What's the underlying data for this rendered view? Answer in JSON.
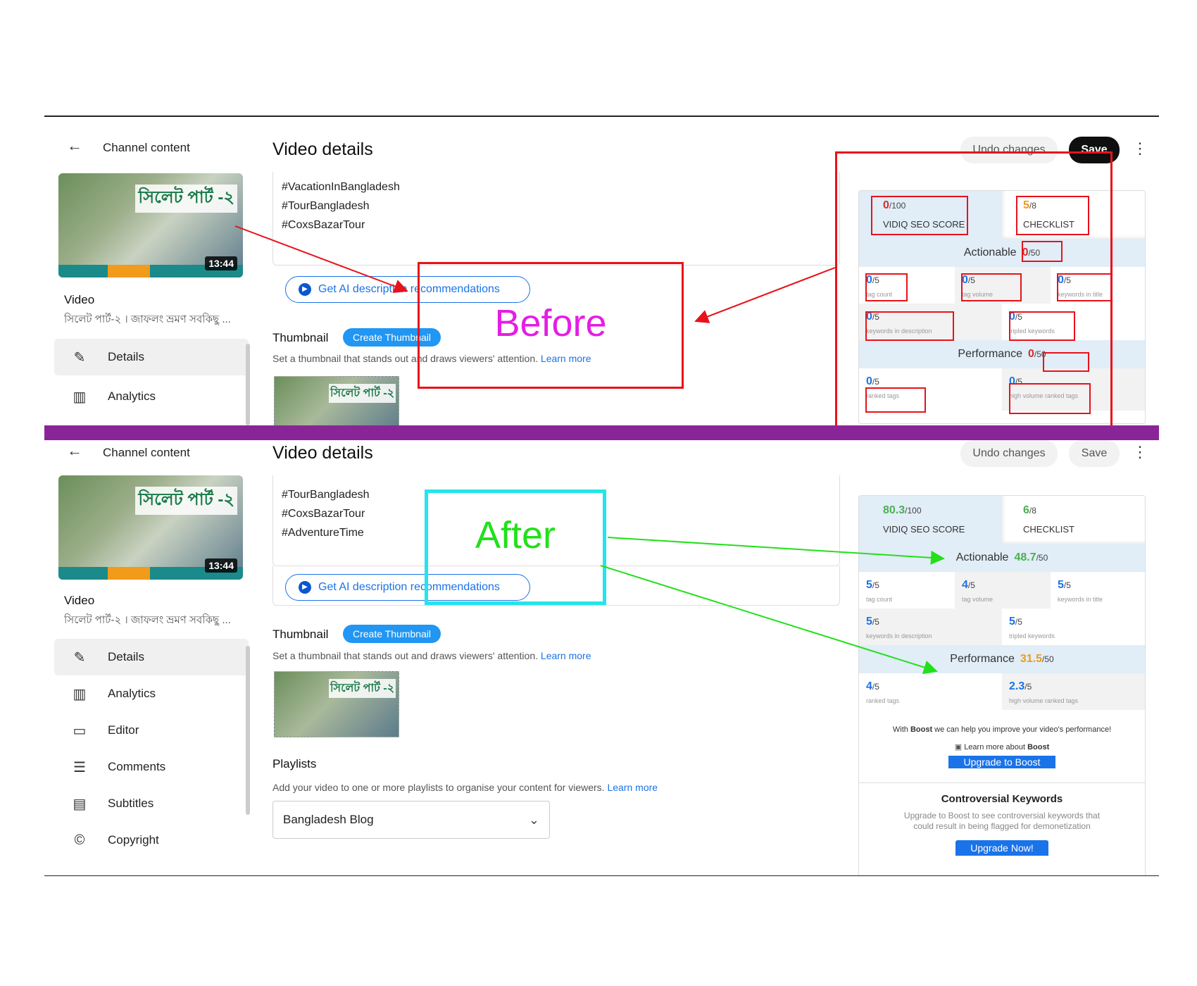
{
  "common": {
    "channel_content": "Channel content",
    "back_icon": "←",
    "page_title": "Video details",
    "thumb_title": "সিলেট পার্ট -২",
    "thumb_duration": "13:44",
    "video_label": "Video",
    "video_subtitle": "সিলেট পার্ট-২ । জাফলং ভ্রমণ সবকিছু ...",
    "ai_button": "Get AI description recommendations",
    "thumbnail_label": "Thumbnail",
    "create_thumbnail": "Create Thumbnail",
    "thumbnail_help": "Set a thumbnail that stands out and draws viewers' attention.",
    "learn_more": "Learn more",
    "undo": "Undo changes",
    "save": "Save",
    "kebab": "⋮",
    "seo_caption": "VIDIQ SEO SCORE",
    "checklist_caption": "CHECKLIST",
    "actionable": "Actionable",
    "performance": "Performance",
    "den_100": "/100",
    "den_8": "/8",
    "den_50": "/50",
    "den_5": "/5",
    "captions": {
      "tag_count": "tag count",
      "tag_volume": "tag volume",
      "keywords_title": "keywords in title",
      "keywords_desc": "keywords in description",
      "tripled": "tripled keywords",
      "ranked": "ranked tags",
      "high_volume": "high volume ranked tags"
    }
  },
  "before": {
    "tags": [
      "#VacationInBangladesh",
      "#TourBangladesh",
      "#CoxsBazarTour"
    ],
    "nav": [
      {
        "label": "Details",
        "icon": "✎"
      },
      {
        "label": "Analytics",
        "icon": "▥"
      }
    ],
    "seo": "0",
    "checklist": "5",
    "actionable_val": "0",
    "performance_val": "0",
    "m_tag_count": "0",
    "m_tag_volume": "0",
    "m_keywords_title": "0",
    "m_keywords_desc": "0",
    "m_tripled": "0",
    "m_ranked": "0",
    "m_high_volume": "0",
    "callout": "Before"
  },
  "after": {
    "tags": [
      "#TourBangladesh",
      "#CoxsBazarTour",
      "#AdventureTime"
    ],
    "nav": [
      {
        "label": "Details",
        "icon": "✎"
      },
      {
        "label": "Analytics",
        "icon": "▥"
      },
      {
        "label": "Editor",
        "icon": "▭"
      },
      {
        "label": "Comments",
        "icon": "☰"
      },
      {
        "label": "Subtitles",
        "icon": "▤"
      },
      {
        "label": "Copyright",
        "icon": "©"
      }
    ],
    "seo": "80.3",
    "checklist": "6",
    "actionable_val": "48.7",
    "performance_val": "31.5",
    "m_tag_count": "5",
    "m_tag_volume": "4",
    "m_keywords_title": "5",
    "m_keywords_desc": "5",
    "m_tripled": "5",
    "m_ranked": "4",
    "m_high_volume": "2.3",
    "boost_prefix": "With",
    "boost_brand": "Boost",
    "boost_suffix": "we can help you improve your video's performance!",
    "learn_more_about": "Learn more about",
    "upgrade_boost": "Upgrade to Boost",
    "controversial_title": "Controversial Keywords",
    "controversial_desc": "Upgrade to Boost to see controversial keywords that could result in being flagged for demonetization",
    "upgrade_now": "Upgrade Now!",
    "playlists_label": "Playlists",
    "playlists_help": "Add your video to one or more playlists to organise your content for viewers.",
    "playlist_selected": "Bangladesh Blog",
    "callout": "After"
  },
  "colors": {
    "red_annotation": "#e8121a",
    "green_annotation": "#22e01a",
    "cyan_annotation": "#24e4ec",
    "magenta_text": "#e41ee4",
    "divider": "#8a2597",
    "accent_blue": "#1a73e8",
    "score_red": "#d32f2f",
    "score_orange": "#f29a1a",
    "score_green": "#4caf50"
  }
}
